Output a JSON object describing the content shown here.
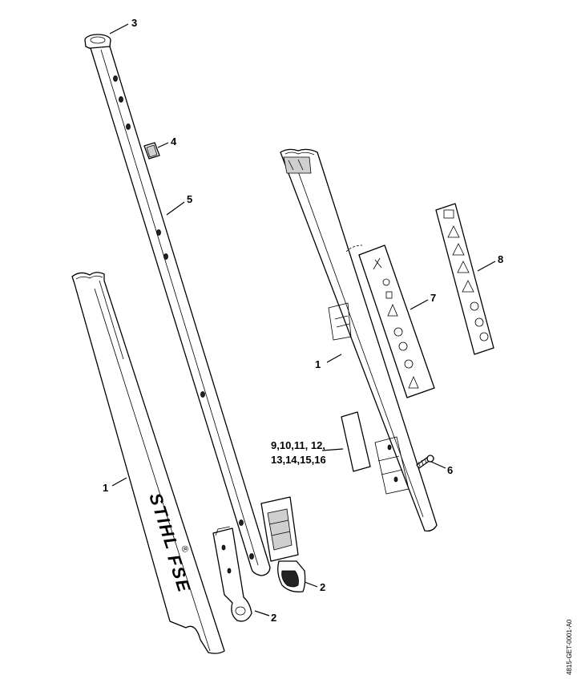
{
  "callouts": {
    "c3": "3",
    "c4": "4",
    "c5": "5",
    "c1_left": "1",
    "c1_right": "1",
    "c2_left": "2",
    "c2_right": "2",
    "c6": "6",
    "c7": "7",
    "c8": "8",
    "c9_line1": "9,10,11, 12,",
    "c9_line2": "13,14,15,16"
  },
  "branding": {
    "stihl": "STIHL",
    "registered": "®",
    "model": "FSE"
  },
  "doc_id": "4815-GET-0001-A0"
}
